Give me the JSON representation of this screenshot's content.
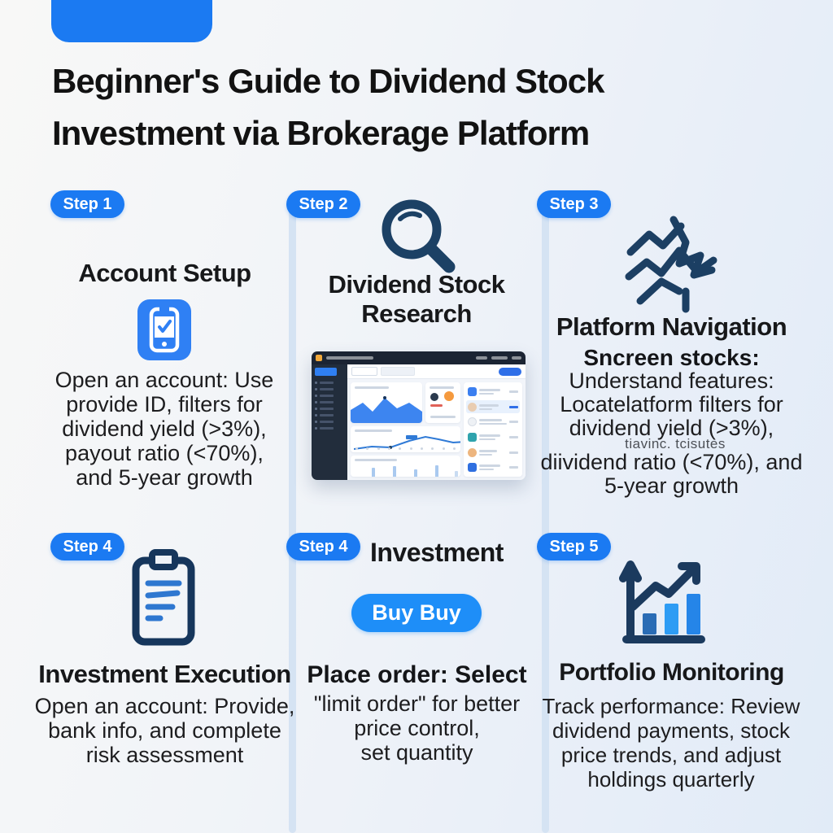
{
  "title": {
    "line1": "Beginner's Guide to Dividend Stock",
    "line2": "Investment via Brokerage Platform"
  },
  "colors": {
    "accent_blue": "#1b7af2",
    "buy_button_blue": "#1e8ef8",
    "icon_navy": "#1c3f63",
    "phone_icon_blue": "#2f80f4",
    "background_tint": "#e9eff8",
    "timeline_line": "#d5e3f3",
    "text_dark": "#1d1d1f"
  },
  "steps": {
    "s1": {
      "badge": "Step 1",
      "heading": "Account Setup",
      "icon": "phone-check-icon",
      "lines": [
        "Open an account: Use",
        "provide ID, filters for",
        "dividend yield (>3%),",
        "payout ratio (<70%),",
        "and 5-year growth"
      ]
    },
    "s2": {
      "badge": "Step 2",
      "icon": "magnifier-icon",
      "heading_line1": "Dividend Stock",
      "heading_line2": "Research"
    },
    "s3": {
      "badge": "Step 3",
      "heading": "Platform Navigation",
      "icon": "stock-zigzag-icon",
      "lead": "Sncreen stocks:",
      "lines": [
        "Understand features:",
        "Locatelatform filters for",
        "dividend yield (>3%),",
        "diividend ratio (<70%), and",
        "5-year growth"
      ],
      "artifact": "tiavinc. tcisutes"
    },
    "s4a": {
      "badge": "Step 4",
      "heading": "Investment Execution",
      "icon": "clipboard-icon",
      "lines": [
        "Open an account: Provide,",
        "bank info, and complete",
        "risk assessment"
      ]
    },
    "s4b": {
      "badge": "Step 4",
      "heading": "Investment",
      "button": "Buy Buy",
      "lead": "Place order: Select",
      "lines": [
        "\"limit order\" for better",
        "price control,",
        "set quantity"
      ]
    },
    "s5": {
      "badge": "Step 5",
      "heading": "Portfolio Monitoring",
      "icon": "growth-bars-icon",
      "lines": [
        "Track performance: Review",
        "dividend payments, stock",
        "price trends, and adjust",
        "holdings quarterly"
      ]
    }
  }
}
